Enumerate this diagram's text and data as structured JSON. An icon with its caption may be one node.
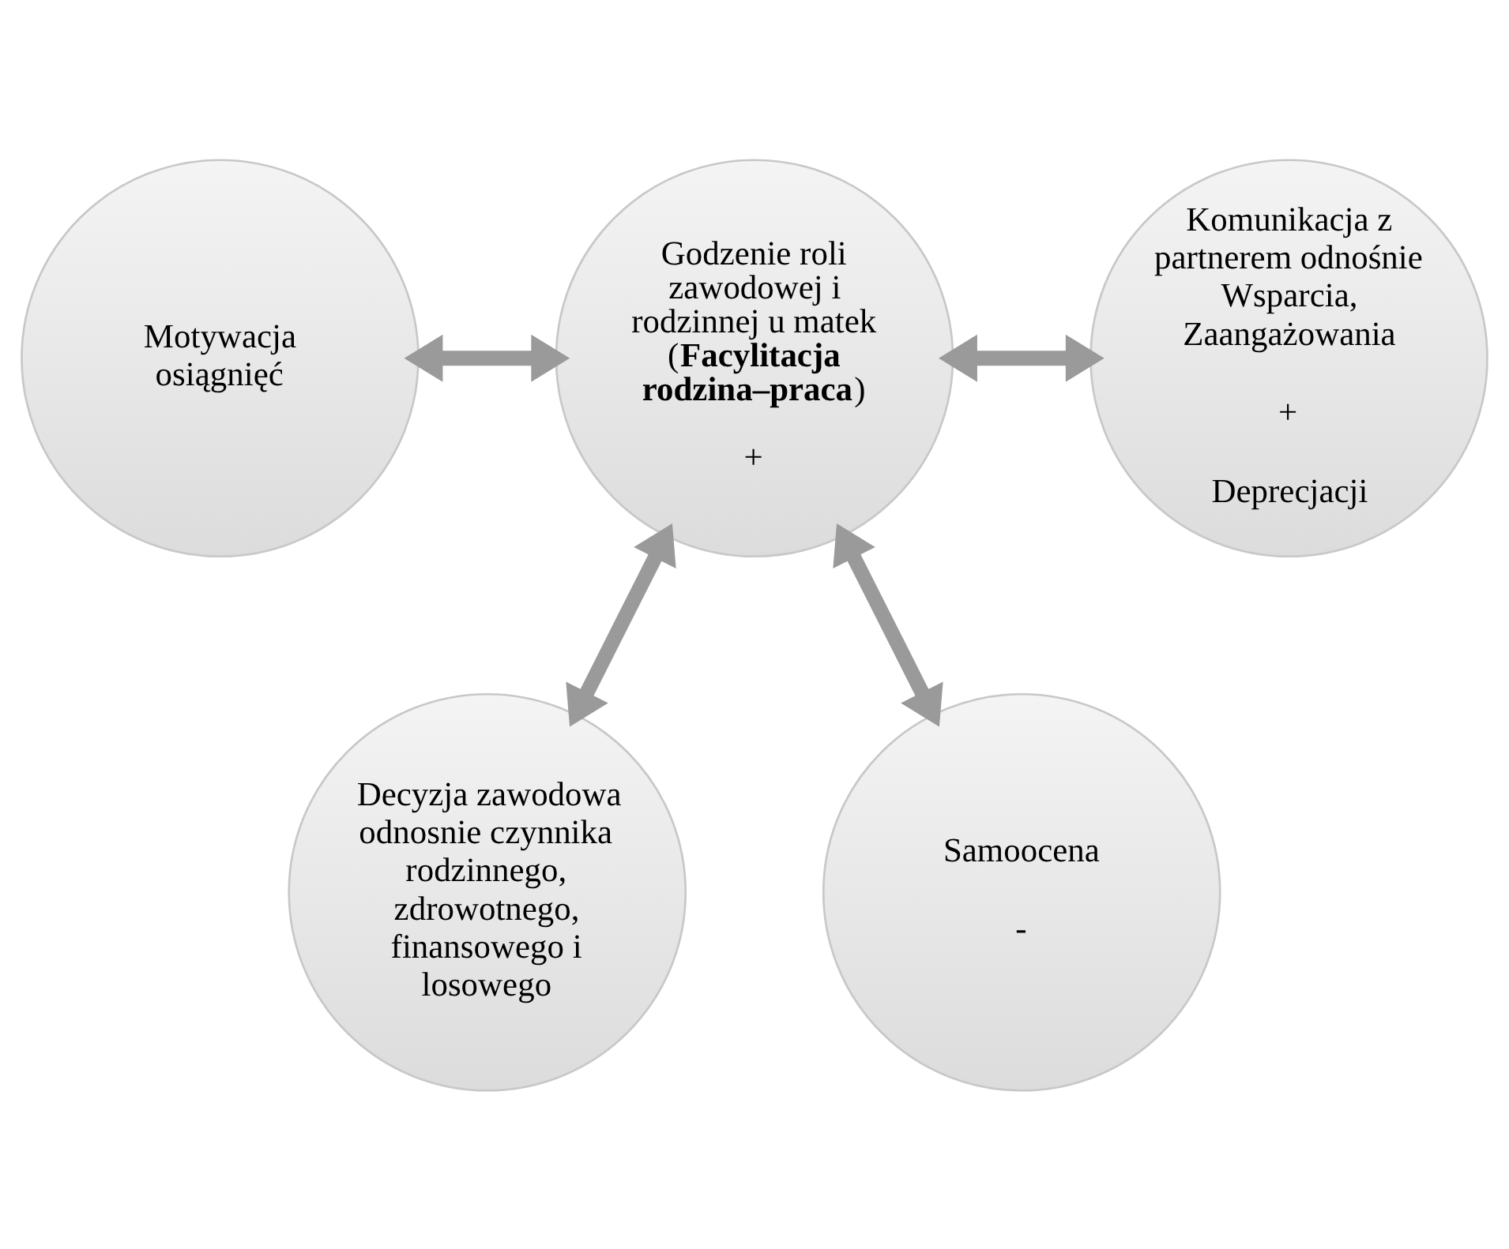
{
  "diagram": {
    "nodes": [
      {
        "text": [
          "Godzenie roli zawodowej i rodzinnej u matek (**Facylitacja rodzina–praca**)",
          "+"
        ]
      },
      {
        "text": [
          "Motywacja osiągnięć"
        ]
      },
      {
        "text": [
          "Komunikacja z partnerem odnośnie Wsparcia, Zaangażowania",
          "+",
          "Deprecjacji"
        ]
      },
      {
        "text": [
          "Decyzja zawodowa odnosnie czynnika rodzinnego, zdrowotnego, finansowego i losowego"
        ]
      },
      {
        "text": [
          "Samoocena",
          "-"
        ]
      }
    ],
    "edges": [
      {
        "from": 1,
        "to": 0,
        "arrow": "both"
      },
      {
        "from": 0,
        "to": 2,
        "arrow": "both"
      },
      {
        "from": 3,
        "to": 0,
        "arrow": "both"
      },
      {
        "from": 0,
        "to": 4,
        "arrow": "both"
      }
    ]
  }
}
